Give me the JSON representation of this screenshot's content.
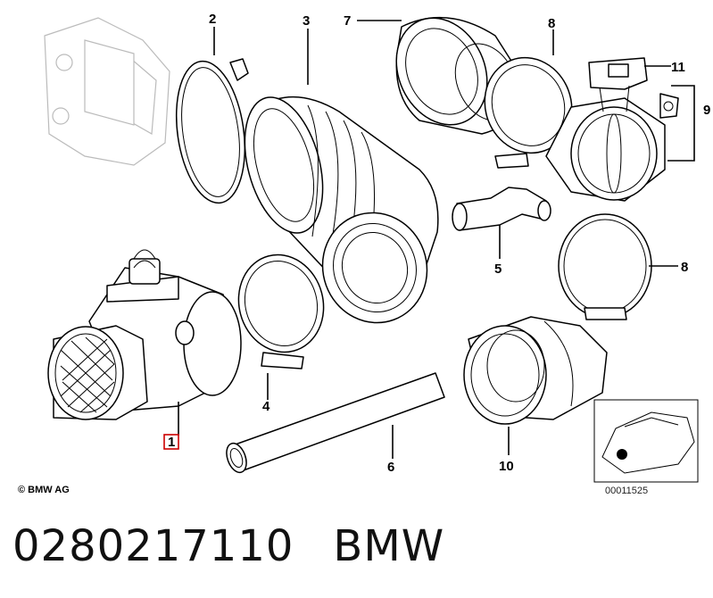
{
  "callouts": {
    "n1": "1",
    "n2": "2",
    "n3": "3",
    "n4": "4",
    "n5": "5",
    "n6": "6",
    "n7": "7",
    "n8a": "8",
    "n8b": "8",
    "n9": "9",
    "n10": "10",
    "n11": "11"
  },
  "copyright": "© BMW AG",
  "doc_number": "00011525",
  "footer": {
    "part_number": "0280217110",
    "brand": "BMW"
  },
  "colors": {
    "highlight": "#cc0000",
    "ink": "#000000"
  }
}
